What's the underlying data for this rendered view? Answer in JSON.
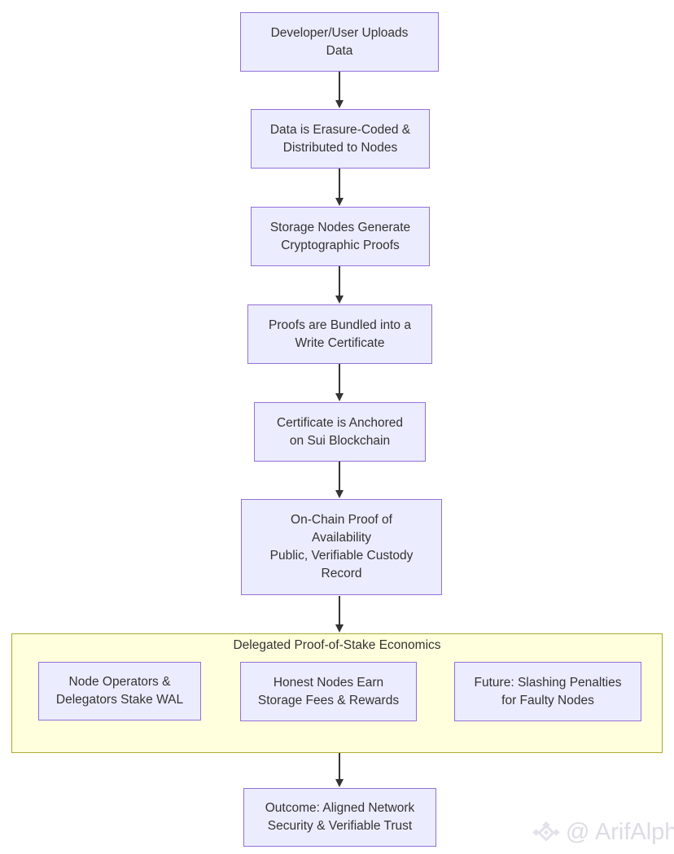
{
  "flow": {
    "nodes": [
      {
        "id": "upload",
        "lines": [
          "Developer/User Uploads",
          "Data"
        ]
      },
      {
        "id": "erasure",
        "lines": [
          "Data is Erasure-Coded &",
          "Distributed to Nodes"
        ]
      },
      {
        "id": "proofs",
        "lines": [
          "Storage Nodes Generate",
          "Cryptographic Proofs"
        ]
      },
      {
        "id": "cert",
        "lines": [
          "Proofs are Bundled into a",
          "Write Certificate"
        ]
      },
      {
        "id": "anchor",
        "lines": [
          "Certificate is Anchored",
          "on Sui Blockchain"
        ]
      },
      {
        "id": "poa",
        "lines": [
          "On-Chain Proof of",
          "Availability",
          "Public, Verifiable Custody",
          "Record"
        ]
      },
      {
        "id": "outcome",
        "lines": [
          "Outcome: Aligned Network",
          "Security & Verifiable Trust"
        ]
      }
    ],
    "cluster": {
      "title_lines": [
        "Delegated Proof-of-Stake",
        "Economics"
      ],
      "nodes": [
        {
          "id": "stake",
          "lines": [
            "Node Operators &",
            "Delegators Stake WAL"
          ]
        },
        {
          "id": "rewards",
          "lines": [
            "Honest Nodes Earn",
            "Storage Fees & Rewards"
          ]
        },
        {
          "id": "slashing",
          "lines": [
            "Future: Slashing Penalties",
            "for Faulty Nodes"
          ]
        }
      ]
    }
  },
  "watermark": {
    "text": "@ ArifAlpha",
    "icon": "diamond-logo-icon"
  },
  "colors": {
    "node_fill": "#ECECFF",
    "node_border": "#9370DB",
    "cluster_fill": "#FFFFDE",
    "cluster_border": "#AAAA33",
    "text": "#333333",
    "arrow": "#333333",
    "watermark": "#DCDCE4"
  }
}
